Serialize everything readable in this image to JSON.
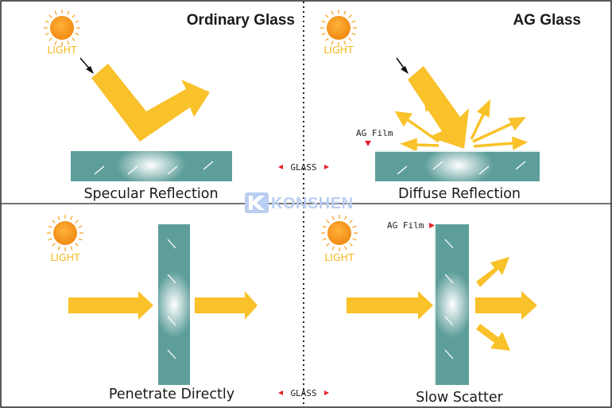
{
  "panels": {
    "ordinary": {
      "title": "Ordinary Glass",
      "light": "LIGHT",
      "caption": "Specular Reflection"
    },
    "ag": {
      "title": "AG Glass",
      "light": "LIGHT",
      "film": "AG Film",
      "caption": "Diffuse Reflection"
    },
    "penetrate": {
      "light": "LIGHT",
      "caption": "Penetrate Directly"
    },
    "scatter": {
      "light": "LIGHT",
      "film": "AG Film",
      "caption": "Slow Scatter"
    }
  },
  "glass_label": "GLASS",
  "watermark": "KONSHEN",
  "colors": {
    "arrow": "#f9c12a",
    "glass": "#5d9e9a",
    "sun": "#f39220",
    "light_text": "#f2b718",
    "marker": "#e8202a",
    "divider": "#000000",
    "watermark": "#b9cef0"
  },
  "icons": [
    "sun-icon",
    "pointer-arrow-icon",
    "glass-marker-icon",
    "logo-icon"
  ]
}
